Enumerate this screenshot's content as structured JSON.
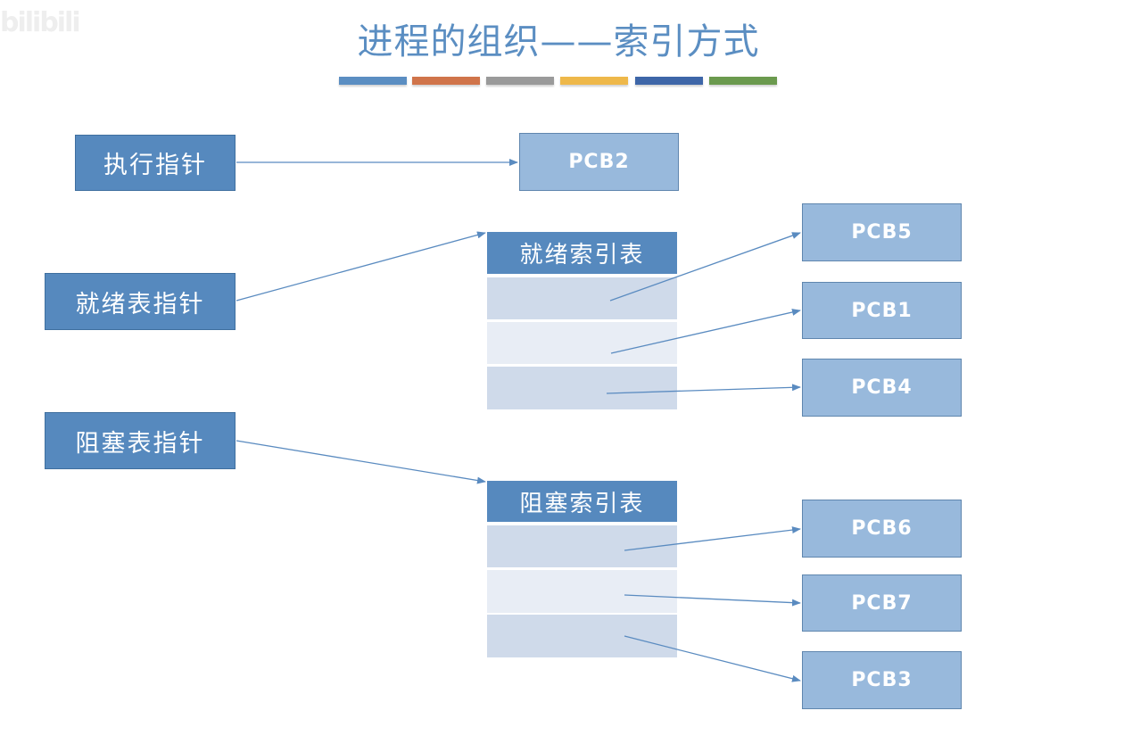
{
  "watermark": "bilibili",
  "title": "进程的组织——索引方式",
  "color_bars": [
    "#5b8ec2",
    "#d0744a",
    "#9a9a9a",
    "#eeb84a",
    "#3e66a8",
    "#6b9a4e"
  ],
  "pointers": {
    "running": "执行指针",
    "ready": "就绪表指针",
    "blocked": "阻塞表指针"
  },
  "ready_index_table": {
    "header": "就绪索引表",
    "targets": [
      "PCB5",
      "PCB1",
      "PCB4"
    ]
  },
  "blocked_index_table": {
    "header": "阻塞索引表",
    "targets": [
      "PCB6",
      "PCB7",
      "PCB3"
    ]
  },
  "running_target": "PCB2",
  "colors": {
    "pointer_box": "#5689be",
    "pcb_box": "#98b9dc",
    "arrow": "#5a8bc0"
  }
}
